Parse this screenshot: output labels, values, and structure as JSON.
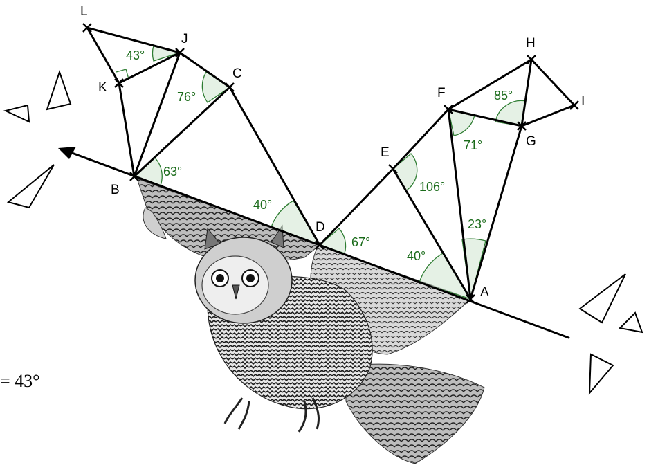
{
  "points": [
    {
      "id": "L",
      "label": "L"
    },
    {
      "id": "J",
      "label": "J"
    },
    {
      "id": "K",
      "label": "K"
    },
    {
      "id": "C",
      "label": "C"
    },
    {
      "id": "B",
      "label": "B"
    },
    {
      "id": "D",
      "label": "D"
    },
    {
      "id": "E",
      "label": "E"
    },
    {
      "id": "F",
      "label": "F"
    },
    {
      "id": "G",
      "label": "G"
    },
    {
      "id": "H",
      "label": "H"
    },
    {
      "id": "I",
      "label": "I"
    },
    {
      "id": "A",
      "label": "A"
    }
  ],
  "angles": [
    {
      "id": "ang-ljk",
      "label": "43°"
    },
    {
      "id": "ang-jkb",
      "label": ""
    },
    {
      "id": "ang-jcb",
      "label": "76°"
    },
    {
      "id": "ang-jbc",
      "label": "63°"
    },
    {
      "id": "ang-cdb",
      "label": "40°"
    },
    {
      "id": "ang-edA",
      "label": "67°"
    },
    {
      "id": "ang-dea",
      "label": "106°"
    },
    {
      "id": "ang-eaD",
      "label": "40°"
    },
    {
      "id": "ang-fag",
      "label": "23°"
    },
    {
      "id": "ang-afg",
      "label": "71°"
    },
    {
      "id": "ang-fhg",
      "label": "85°"
    }
  ],
  "equation_fragment": "= 43°",
  "colors": {
    "angle_text": "#1a6b1a",
    "angle_fill": "#cfe6cf",
    "line": "#000000"
  },
  "illustration": "owl-in-flight"
}
